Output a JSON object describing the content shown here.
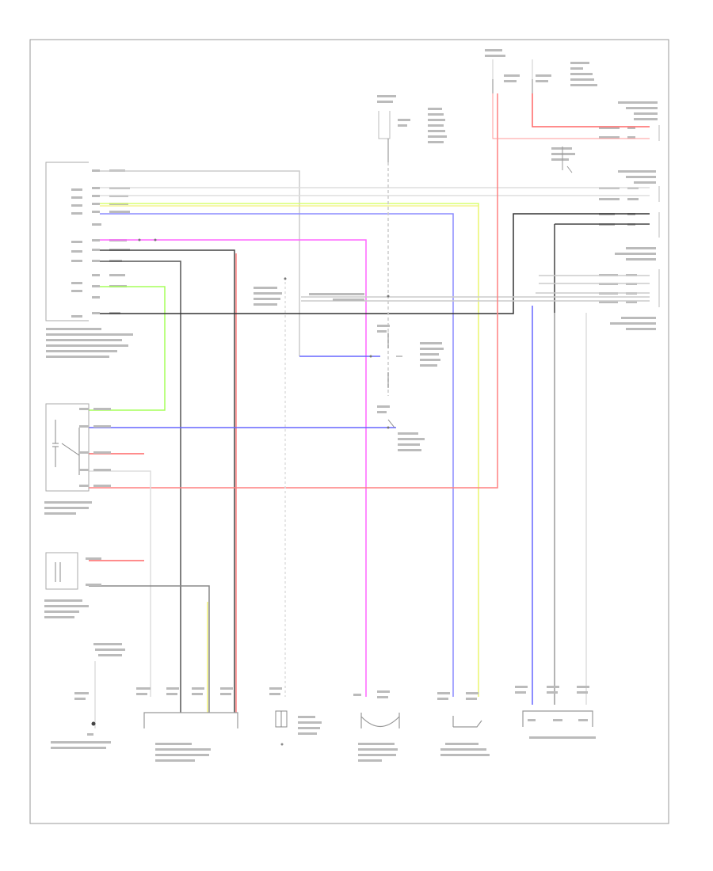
{
  "diagram": {
    "page_code": "",
    "components": [
      {
        "id": "ac-control-module",
        "label": ""
      },
      {
        "id": "rear-cooler-relay",
        "label": ""
      },
      {
        "id": "rear-cooler-blower-resistor",
        "label": ""
      },
      {
        "id": "rear-cooler-blower-motor",
        "label": ""
      },
      {
        "id": "rear-cooler-magnetic-valve",
        "label": ""
      },
      {
        "id": "rear-cooler-thermistor",
        "label": ""
      },
      {
        "id": "rear-cooler-switch",
        "label": ""
      },
      {
        "id": "junction-connector",
        "label": ""
      },
      {
        "id": "ground-point",
        "label": ""
      },
      {
        "id": "fuse-box",
        "label": ""
      }
    ],
    "wire_colors": {
      "red": "#ff8080",
      "green": "#a6ff5a",
      "blue": "#6666ff",
      "magenta": "#ff66ff",
      "yellow": "#f2f27a",
      "black": "#333333",
      "light_gray": "#cccccc",
      "frame": "#999999"
    }
  }
}
